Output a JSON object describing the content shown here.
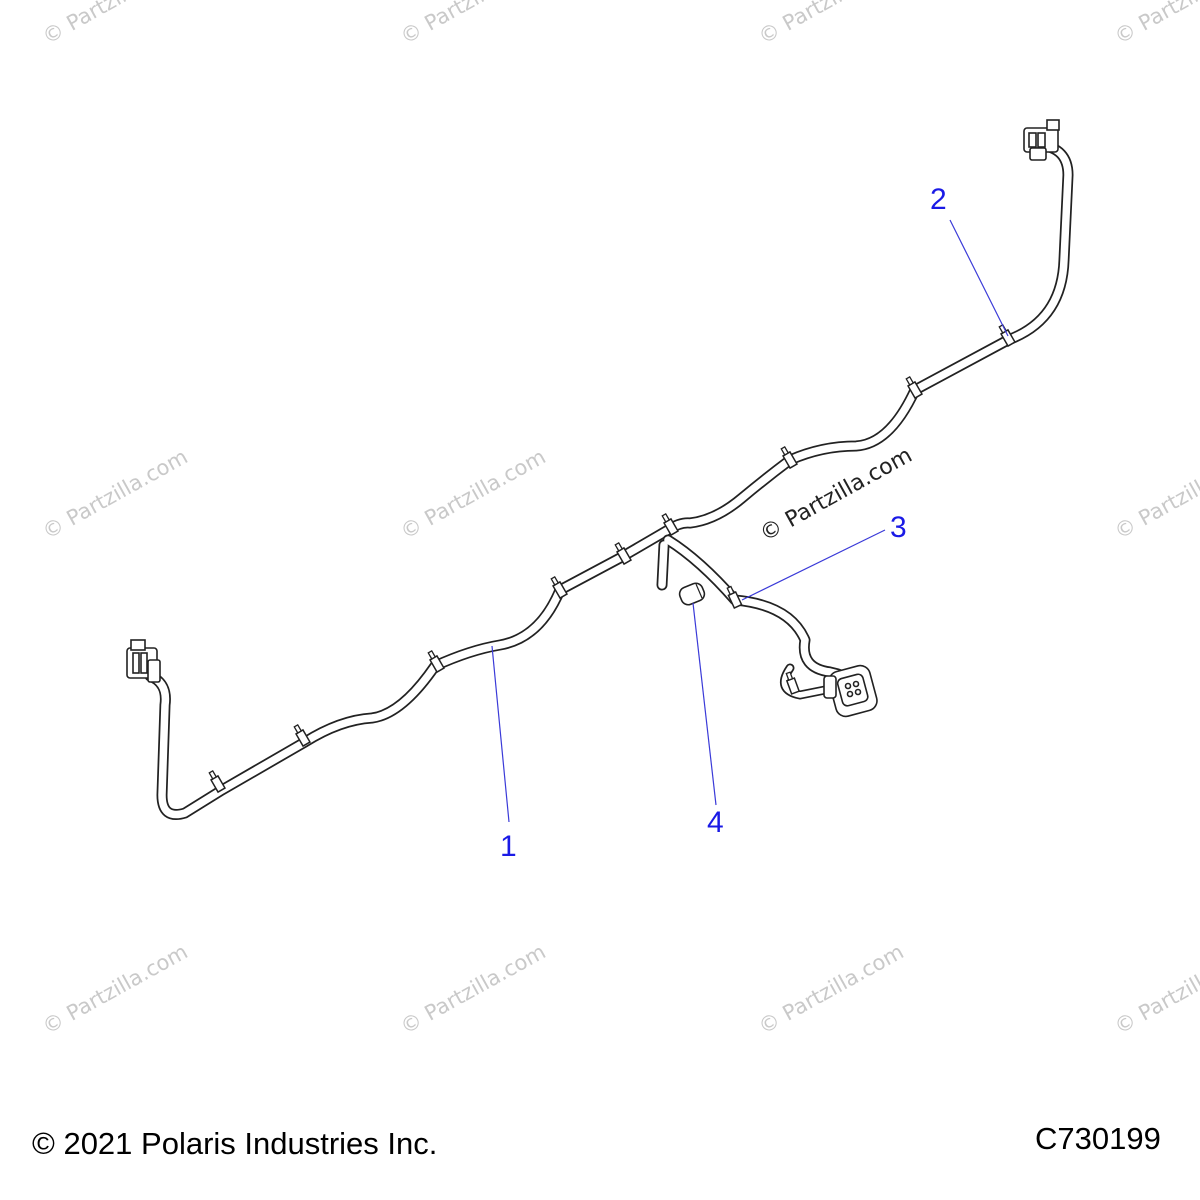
{
  "watermark": {
    "text": "© Partzilla.com"
  },
  "callouts": [
    {
      "number": "1"
    },
    {
      "number": "2"
    },
    {
      "number": "3"
    },
    {
      "number": "4"
    }
  ],
  "footer": {
    "copyright": "© 2021 Polaris Industries Inc.",
    "diagram_code": "C730199"
  },
  "colors": {
    "callout": "#1a1ae6",
    "leader": "#3a3ad8",
    "harness": "#222222",
    "watermark": "#c9c9c9"
  }
}
